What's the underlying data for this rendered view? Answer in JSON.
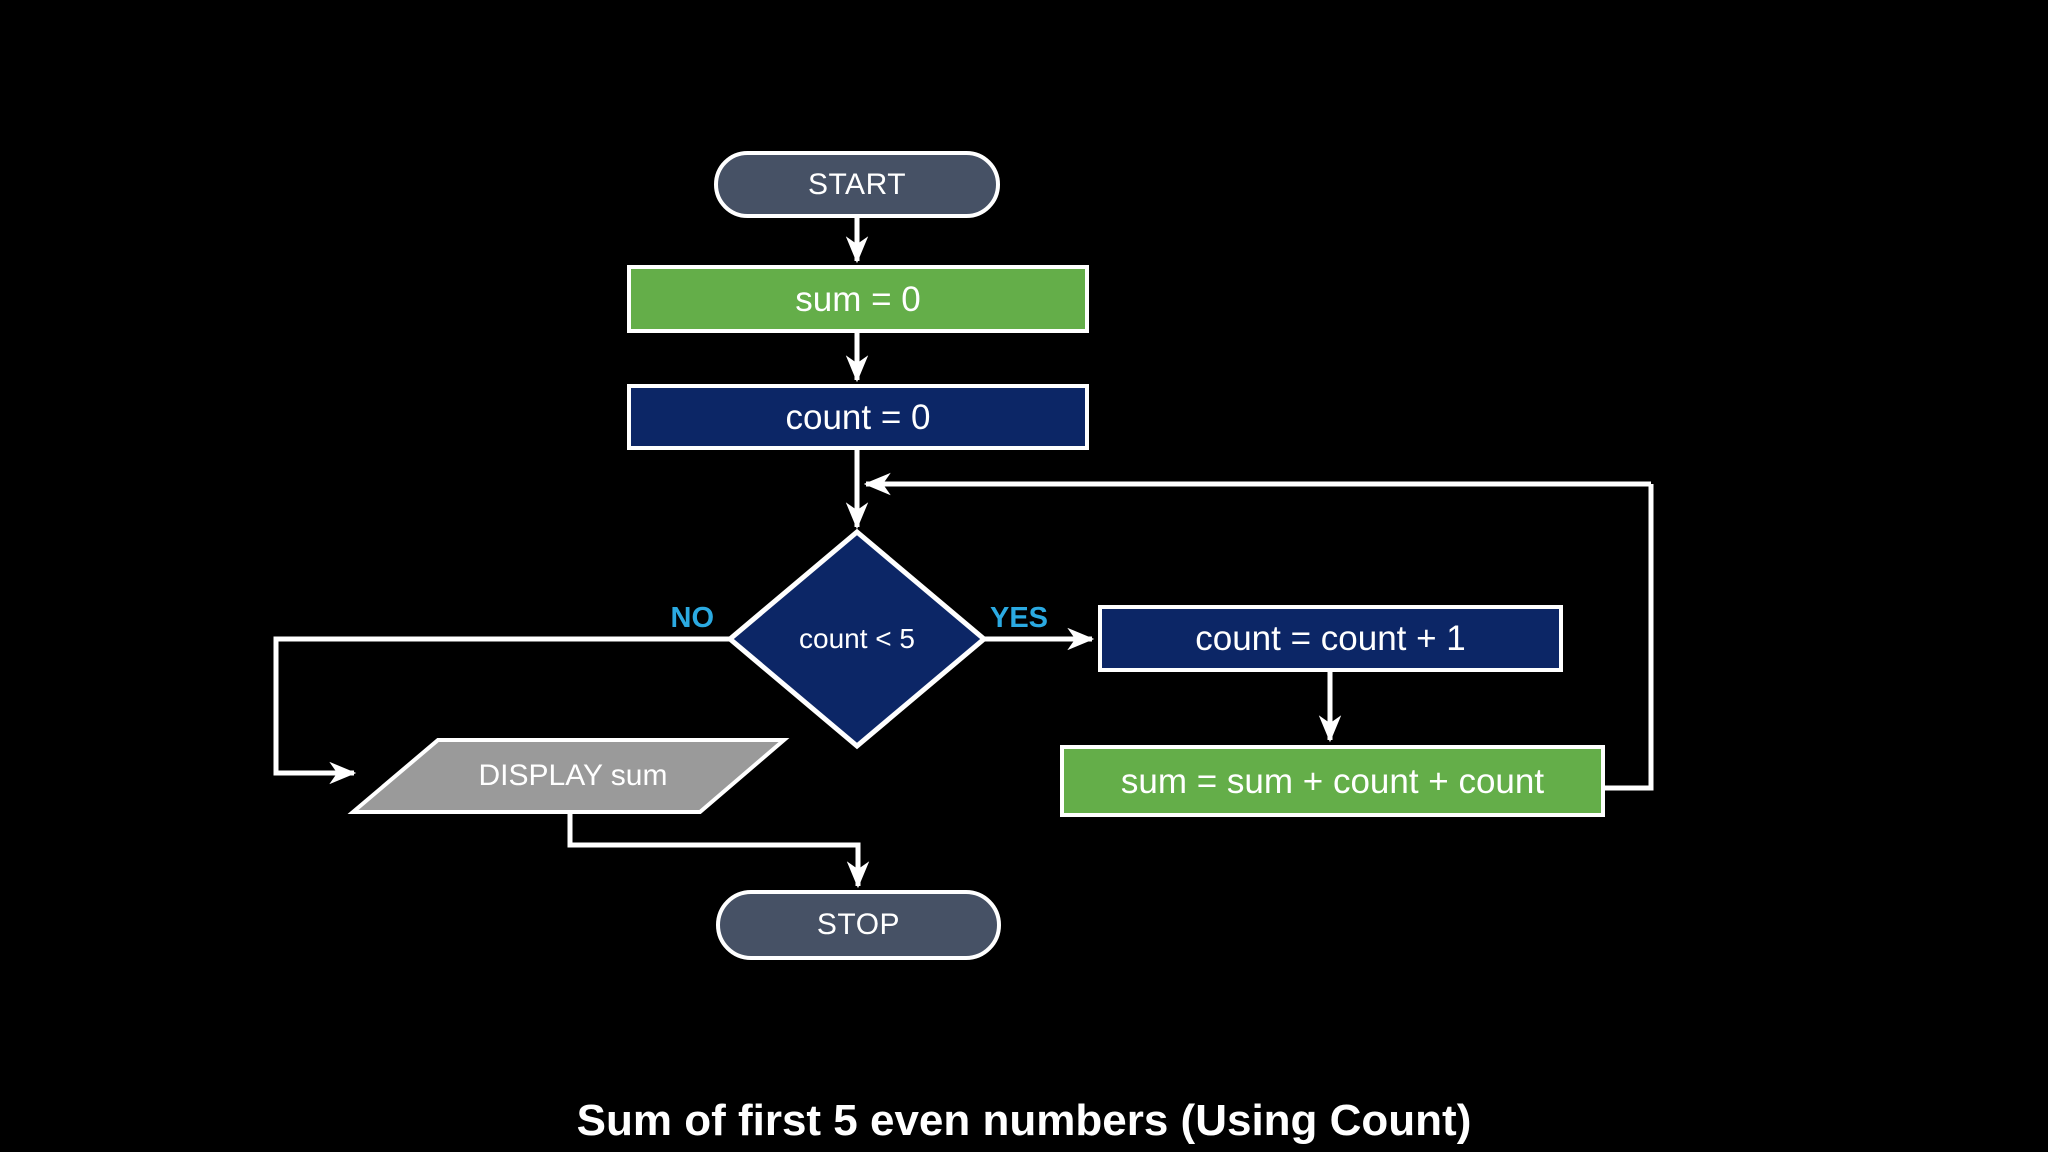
{
  "title": "Sum of first 5 even numbers (Using Count)",
  "colors": {
    "background": "#000000",
    "terminator_fill": "#465165",
    "process_green": "#64AE49",
    "process_navy": "#0C2666",
    "io_gray": "#9A9A9A",
    "branch_label": "#2BAAE2",
    "line": "#FFFFFF",
    "text": "#FFFFFF"
  },
  "nodes": {
    "start": "START",
    "sum_init": "sum = 0",
    "count_init": "count = 0",
    "decision": "count < 5",
    "increment": "count = count + 1",
    "accumulate": "sum = sum + count + count",
    "display": "DISPLAY sum",
    "stop": "STOP"
  },
  "branches": {
    "yes": "YES",
    "no": "NO"
  }
}
